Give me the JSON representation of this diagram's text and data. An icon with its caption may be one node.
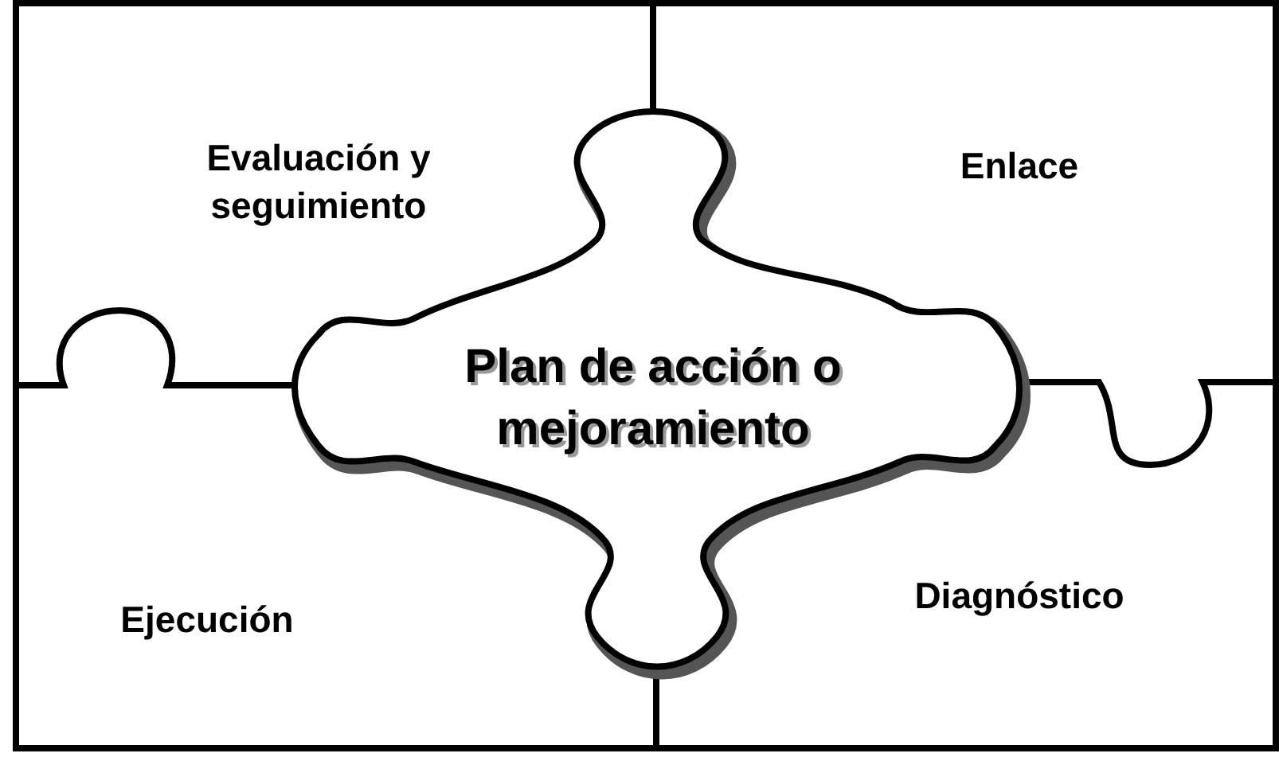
{
  "diagram": {
    "nodes": [
      {
        "text": [
          "Evaluación y seguimiento"
        ]
      },
      {
        "text": [
          "Enlace"
        ]
      },
      {
        "text": [
          "Plan de acción o mejoramiento"
        ]
      },
      {
        "text": [
          "Ejecución"
        ]
      },
      {
        "text": [
          "Diagnóstico"
        ]
      }
    ]
  }
}
